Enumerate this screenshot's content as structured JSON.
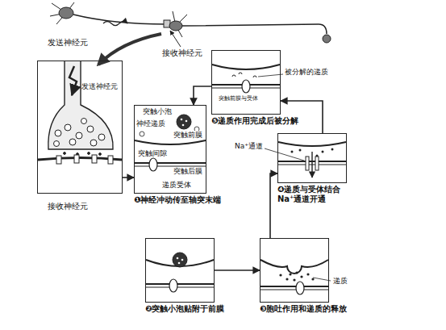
{
  "diagram": {
    "nodes": [
      {
        "text": [
          "发送神经元"
        ]
      },
      {
        "text": [
          "❶神经冲动传至轴突末端"
        ]
      },
      {
        "text": [
          "❷突触小泡贴附于前膜"
        ]
      },
      {
        "text": [
          "❸胞吐作用和递质的释放"
        ]
      },
      {
        "text": [
          "❹递质与受体结合 Na⁺通道开通"
        ]
      },
      {
        "text": [
          "❺递质作用完成后被分解"
        ]
      }
    ],
    "edges": [
      {
        "from": 0,
        "to": 1,
        "arrow": "to"
      },
      {
        "from": 2,
        "to": 3,
        "arrow": "to"
      },
      {
        "from": 3,
        "to": 4,
        "arrow": "to"
      },
      {
        "from": 4,
        "to": 5,
        "arrow": "to"
      },
      {
        "from": 5,
        "to": 1,
        "arrow": "to"
      }
    ],
    "labels": [
      "发送神经元",
      "接收神经元",
      "接收神经元",
      "突触小泡",
      "神经递质",
      "突触前膜",
      "突触间隙",
      "突触后膜",
      "递质受体",
      "被分解的递质",
      "突触前膜与受体",
      "Na⁺通道",
      "递质"
    ]
  }
}
